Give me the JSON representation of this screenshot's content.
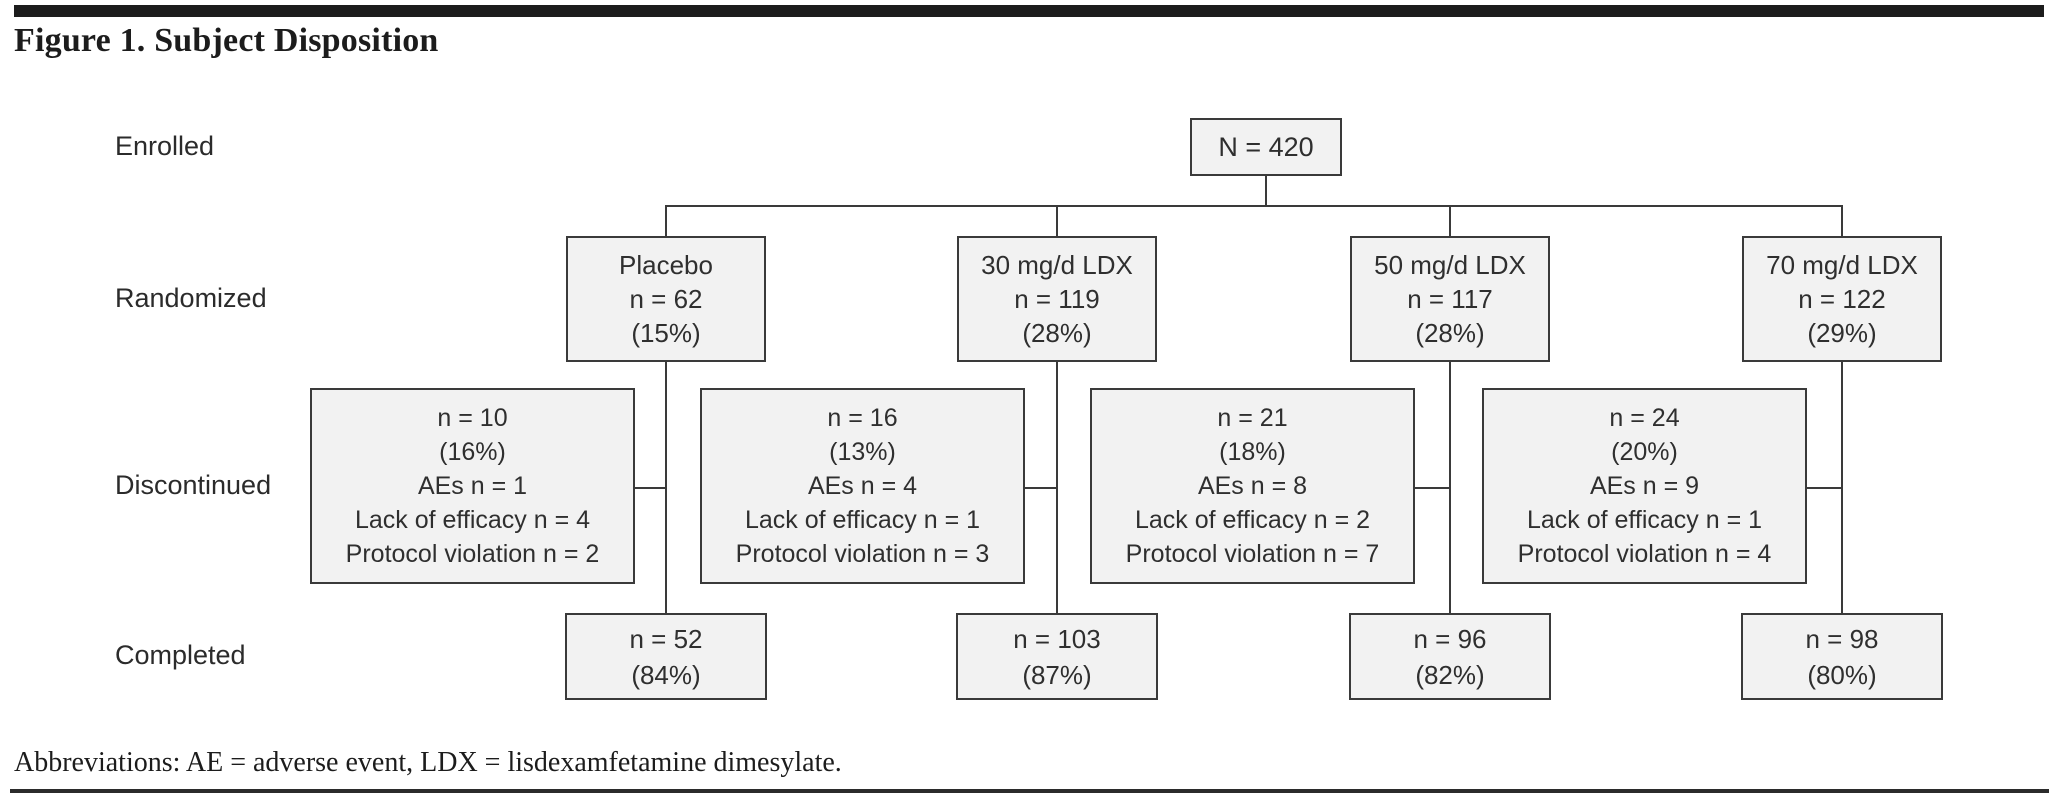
{
  "figure": {
    "title": "Figure 1. Subject Disposition",
    "footnote": "Abbreviations: AE = adverse event, LDX = lisdexamfetamine dimesylate."
  },
  "row_labels": {
    "enrolled": "Enrolled",
    "randomized": "Randomized",
    "discontinued": "Discontinued",
    "completed": "Completed"
  },
  "enrolled_box": {
    "text": "N = 420"
  },
  "arms": [
    {
      "name": "Placebo",
      "randomized": [
        "Placebo",
        "n = 62",
        "(15%)"
      ],
      "discontinued": [
        "n = 10",
        "(16%)",
        "AEs n = 1",
        "Lack of efficacy n = 4",
        "Protocol violation n = 2"
      ],
      "completed": [
        "n = 52",
        "(84%)"
      ]
    },
    {
      "name": "30 mg/d LDX",
      "randomized": [
        "30 mg/d LDX",
        "n = 119",
        "(28%)"
      ],
      "discontinued": [
        "n = 16",
        "(13%)",
        "AEs n = 4",
        "Lack of efficacy n = 1",
        "Protocol violation n = 3"
      ],
      "completed": [
        "n = 103",
        "(87%)"
      ]
    },
    {
      "name": "50 mg/d LDX",
      "randomized": [
        "50 mg/d LDX",
        "n = 117",
        "(28%)"
      ],
      "discontinued": [
        "n = 21",
        "(18%)",
        "AEs n = 8",
        "Lack of efficacy n = 2",
        "Protocol violation n = 7"
      ],
      "completed": [
        "n = 96",
        "(82%)"
      ]
    },
    {
      "name": "70 mg/d LDX",
      "randomized": [
        "70 mg/d LDX",
        "n = 122",
        "(29%)"
      ],
      "discontinued": [
        "n = 24",
        "(20%)",
        "AEs n = 9",
        "Lack of efficacy n = 1",
        "Protocol violation n = 4"
      ],
      "completed": [
        "n = 98",
        "(80%)"
      ]
    }
  ],
  "colors": {
    "box_fill": "#f2f2f2",
    "box_border": "#3a3a3a",
    "line": "#3a3a3a",
    "rule_bar": "#1c1c1c"
  }
}
